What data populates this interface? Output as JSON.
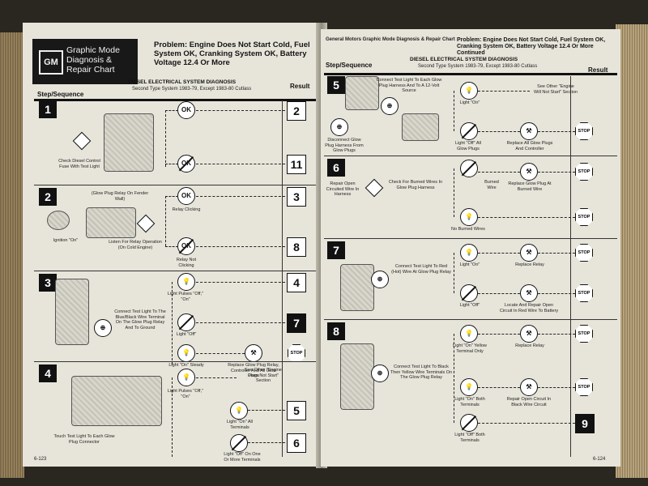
{
  "left": {
    "logo_mark": "GM",
    "logo_text": "Graphic Mode Diagnosis & Repair Chart",
    "problem": "Problem: Engine Does Not Start Cold, Fuel System OK, Cranking System OK, Battery Voltage 12.4 Or More",
    "diag_title": "DIESEL ELECTRICAL SYSTEM DIAGNOSIS",
    "diag_sub": "Second Type System 1983-79, Except 1983-80 Cutlass",
    "col_step": "Step/Sequence",
    "col_result": "Result",
    "page_number": "6-123",
    "steps": {
      "s1": {
        "num": "1",
        "action": "Check Diesel Control Fuse With Test Light",
        "ok": "OK",
        "notok": "OK",
        "r1": "2",
        "r2": "11"
      },
      "s2": {
        "num": "2",
        "note": "(Glow Plug Relay On Fender Wall)",
        "ign": "Ignition \"On\"",
        "action": "Listen For Relay Operation (On Cold Engine)",
        "ok": "OK",
        "notok": "OK",
        "l1": "Relay Clicking",
        "l2": "Relay Not Clicking",
        "r1": "3",
        "r2": "8"
      },
      "s3": {
        "num": "3",
        "action": "Connect Test Light To The Blue/Black Wire Terminal On The Glow Plug Relay And To Ground",
        "l1": "Light Pulses \"Off,\" \"On\"",
        "l2": "Light \"Off\"",
        "l3": "Light \"On\" Steady",
        "l4": "Replace Glow Plug Relay, Controller And All Glow Plugs",
        "r1": "4",
        "r2": "7",
        "stop": "STOP"
      },
      "s4": {
        "num": "4",
        "action": "Touch Test Light To Each Glow Plug Connector",
        "l1": "Light Pulses \"Off,\" \"On\"",
        "l2": "Light \"On\" All Terminals",
        "l3": "Light \"Off\" On One Or More Terminals",
        "see": "See Other \"Engine Does Not Start\" Section",
        "r1": "5",
        "r2": "6"
      }
    }
  },
  "right": {
    "header": "General Motors Graphic Mode Diagnosis & Repair Chart",
    "problem": "Problem: Engine Does Not Start Cold, Fuel System OK, Cranking System OK, Battery Voltage 12.4 Or More    Continued",
    "diag_title": "DIESEL ELECTRICAL SYSTEM DIAGNOSIS",
    "diag_sub": "Second Type System 1983-79, Except 1983-80 Cutlass",
    "col_step": "Step/Sequence",
    "col_result": "Result",
    "page_number": "6-124",
    "steps": {
      "s5": {
        "num": "5",
        "action": "Connect Test Light To Each Glow Plug Harness And To A 12-Volt Source",
        "sub": "Disconnect Glow Plug Harness From Glow Plugs",
        "l1": "Light \"On\"",
        "see": "See Other \"Engine Will Not Start\" Section",
        "l2": "Light \"Off\" All Glow Plugs",
        "l3": "Replace All Glow Plugs And Controller",
        "stop": "STOP"
      },
      "s6": {
        "num": "6",
        "action": "Check For Burned Wires In Glow Plug Harness",
        "sub": "Repair Open Circuited Wire In Harness",
        "l1": "Burned Wire",
        "l2": "Replace Glow Plug At Burned Wire",
        "l3": "No Burned Wires",
        "stop": "STOP"
      },
      "s7": {
        "num": "7",
        "action": "Connect Test Light To Red (Hot) Wire At Glow Plug Relay",
        "l1": "Light \"On\"",
        "l2": "Replace Relay",
        "l3": "Light \"Off\"",
        "l4": "Locate And Repair Open Circuit In Red Wire To Battery",
        "stop": "STOP"
      },
      "s8": {
        "num": "8",
        "action": "Connect Test Light To Black Then Yellow Wire Terminals On The Glow Plug Relay",
        "l1": "Light \"On\" Yellow Terminal Only",
        "l2": "Replace Relay",
        "l3": "Light \"On\" Both Terminals",
        "l4": "Repair Open Circuit In Black Wire Circuit",
        "l5": "Light \"Off\" Both Terminals",
        "stop": "STOP",
        "r1": "9"
      }
    }
  }
}
